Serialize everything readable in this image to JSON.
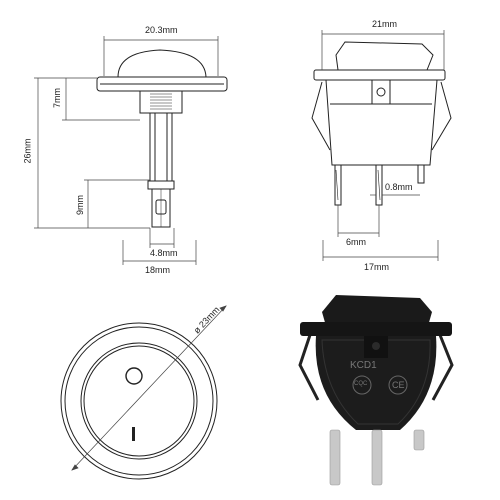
{
  "dimensions": {
    "side_top_width": "20.3mm",
    "front_top_width": "21mm",
    "flange_height": "7mm",
    "total_height": "26mm",
    "terminal_length": "9mm",
    "terminal_width": "4.8mm",
    "side_bottom_width": "18mm",
    "terminal_thickness": "0.8mm",
    "terminal_spacing": "6mm",
    "front_bottom_width": "17mm",
    "diameter": "ø 23mm"
  },
  "switch_markings": {
    "model": "KCD1",
    "cert_1": "CQC",
    "cert_2": "CE",
    "symbol_off": "O",
    "symbol_on": "I"
  },
  "colors": {
    "line": "#222222",
    "switch_body": "#1a1a1a",
    "switch_edge": "#333333",
    "terminal": "#c8c8c8"
  },
  "icons": [
    "off-symbol-icon",
    "on-symbol-icon",
    "cqc-mark-icon",
    "ce-mark-icon"
  ]
}
